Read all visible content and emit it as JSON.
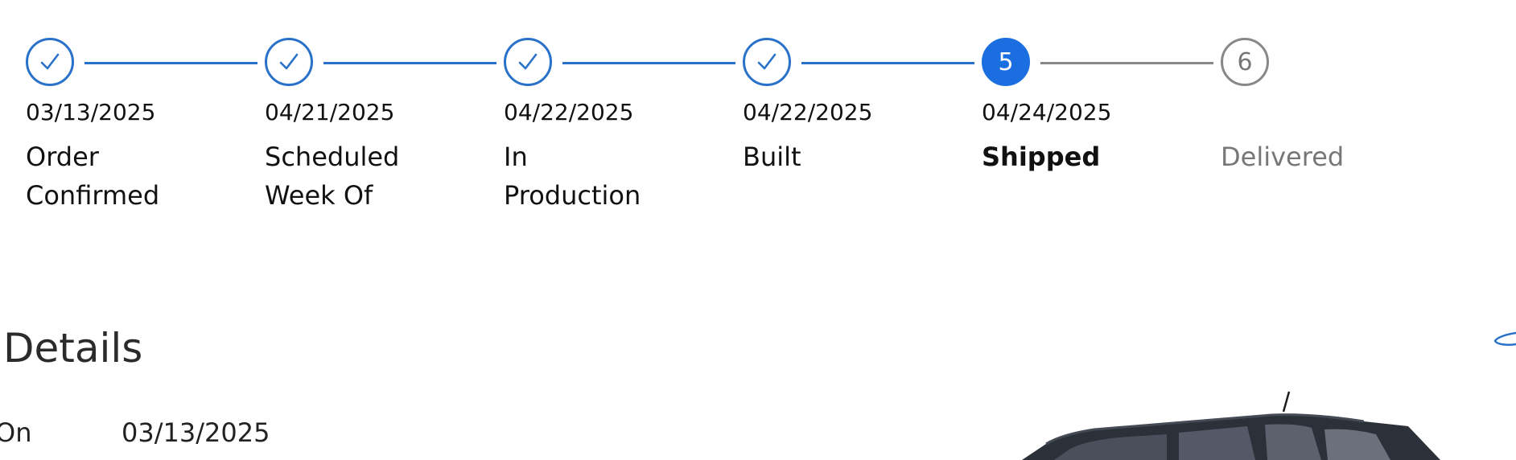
{
  "colors": {
    "accent": "#2a72c9",
    "current": "#1b6ee0",
    "pending": "#888888"
  },
  "tracker": {
    "steps": [
      {
        "status": "complete",
        "icon": "check-icon",
        "date": "03/13/2025",
        "label": "Order Confirmed"
      },
      {
        "status": "complete",
        "icon": "check-icon",
        "date": "04/21/2025",
        "label": "Scheduled Week Of"
      },
      {
        "status": "complete",
        "icon": "check-icon",
        "date": "04/22/2025",
        "label": "In Production"
      },
      {
        "status": "complete",
        "icon": "check-icon",
        "date": "04/22/2025",
        "label": "Built"
      },
      {
        "status": "current",
        "number": "5",
        "date": "04/24/2025",
        "label": "Shipped"
      },
      {
        "status": "pending",
        "number": "6",
        "date": "",
        "label": "Delivered"
      }
    ]
  },
  "details": {
    "title": "Details",
    "rows": [
      {
        "label": "On",
        "value": "03/13/2025"
      }
    ]
  },
  "icons": {
    "edge": "swoosh-icon",
    "vehicle": "vehicle-image"
  }
}
